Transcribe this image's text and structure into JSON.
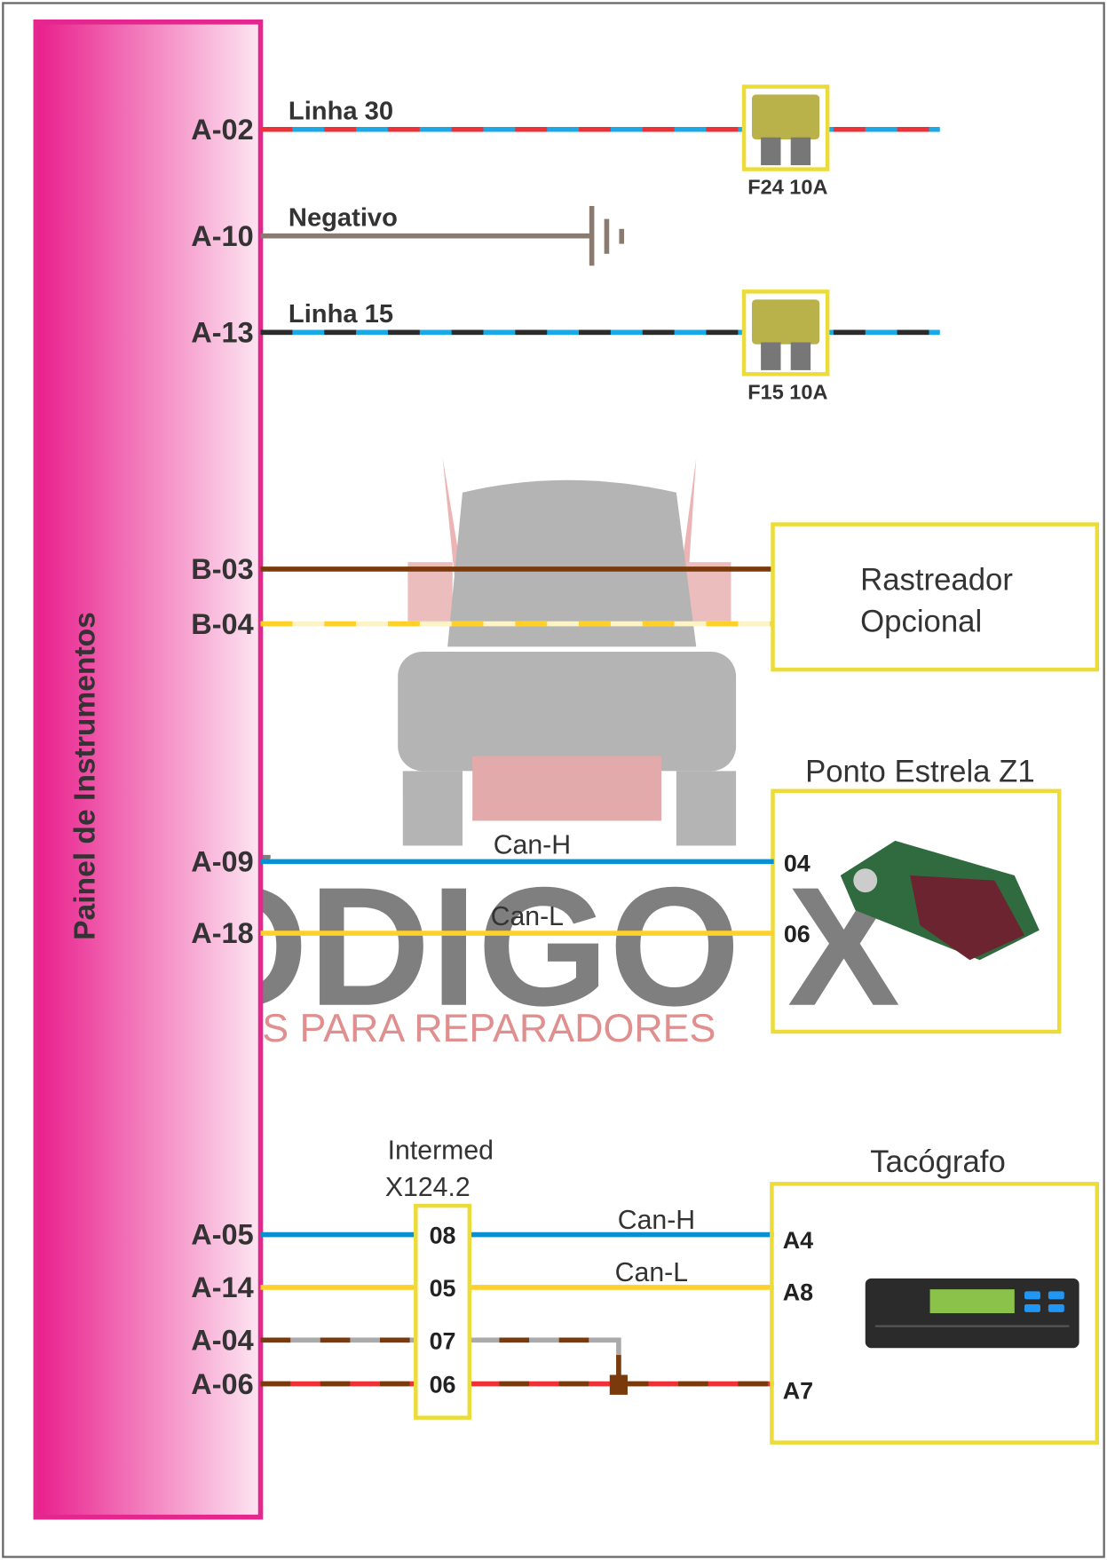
{
  "panel": {
    "title": "Painel de Instrumentos"
  },
  "pins": {
    "a02": "A-02",
    "a10": "A-10",
    "a13": "A-13",
    "b03": "B-03",
    "b04": "B-04",
    "a09": "A-09",
    "a18": "A-18",
    "a05": "A-05",
    "a14": "A-14",
    "a04": "A-04",
    "a06": "A-06"
  },
  "wires": {
    "linha30": "Linha 30",
    "negativo": "Negativo",
    "linha15": "Linha 15",
    "canh1": "Can-H",
    "canl1": "Can-L",
    "canh2": "Can-H",
    "canl2": "Can-L"
  },
  "fuses": {
    "f24": "F24 10A",
    "f15": "F15 10A"
  },
  "rastreador": {
    "line1": "Rastreador",
    "line2": "Opcional"
  },
  "ponto_estrela": {
    "title": "Ponto Estrela Z1",
    "pin1": "04",
    "pin2": "06"
  },
  "intermed": {
    "line1": "Intermed",
    "line2": "X124.2",
    "pins": [
      "08",
      "05",
      "07",
      "06"
    ]
  },
  "tacografo": {
    "title": "Tacógrafo",
    "pins": [
      "A4",
      "A8",
      "A7"
    ]
  },
  "watermark": {
    "logo": "CÓDIGO X",
    "tagline": "SOLUÇÕES PARA REPARADORES"
  },
  "colors": {
    "panel": "#e4268f",
    "blue": "#0a8fd0",
    "yellow": "#ffd02a",
    "red": "#ec3237",
    "brown": "#7b3a0c",
    "box": "#ecdc3a"
  }
}
